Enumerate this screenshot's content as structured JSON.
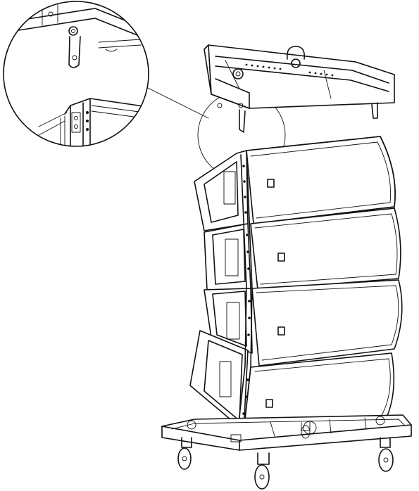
{
  "figure": {
    "description_free": true,
    "components": {
      "detail_callout": {
        "icon": "magnifier-circle"
      },
      "fly_frame": {
        "icon": "rigging-frame"
      },
      "cabinets": {
        "count": 4,
        "icon": "line-array-speaker"
      },
      "ground_stack_cart": {
        "wheel_count": 4,
        "icon": "caster-wheel"
      }
    },
    "colors": {
      "line": "#111111",
      "fill": "#ffffff"
    }
  }
}
